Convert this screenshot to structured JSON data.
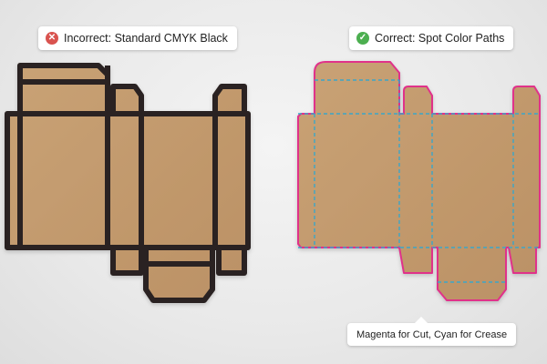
{
  "labels": {
    "incorrect": "Incorrect: Standard CMYK Black",
    "correct": "Correct: Spot Color Paths",
    "callout": "Magenta for Cut, Cyan for Crease"
  },
  "icons": {
    "incorrect": "x-circle-icon",
    "correct": "check-circle-icon"
  },
  "colors": {
    "kraft": "#c49a6c",
    "black_outline": "#2b2420",
    "cut_magenta": "#e0308a",
    "crease_cyan": "#3aa6c8",
    "incorrect_red": "#d9534f",
    "correct_green": "#4caf50"
  }
}
